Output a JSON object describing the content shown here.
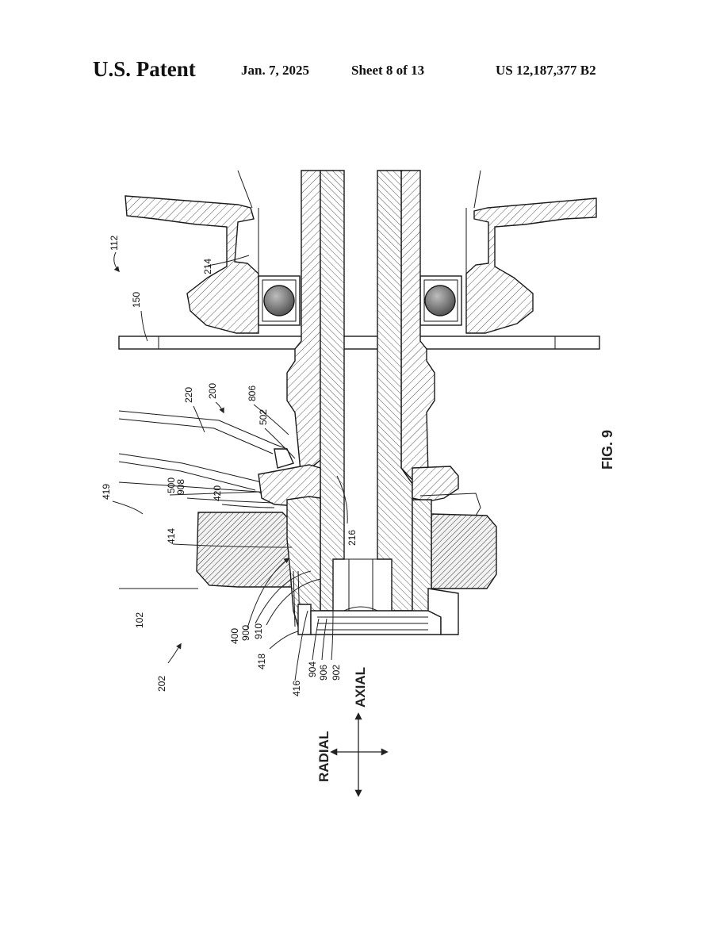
{
  "header": {
    "title": "U.S. Patent",
    "date": "Jan. 7, 2025",
    "sheet": "Sheet 8 of 13",
    "patent_number": "US 12,187,377 B2"
  },
  "figure": {
    "label": "FIG. 9",
    "axis_labels": {
      "axial": "AXIAL",
      "radial": "RADIAL"
    },
    "reference_numerals": {
      "n112": "112",
      "n150": "150",
      "n214": "214",
      "n200": "200",
      "n220": "220",
      "n806": "806",
      "n502": "502",
      "n500": "500",
      "n908": "908",
      "n420": "420",
      "n419": "419",
      "n414": "414",
      "n216": "216",
      "n102": "102",
      "n400": "400",
      "n900": "900",
      "n910": "910",
      "n418": "418",
      "n416": "416",
      "n904": "904",
      "n906": "906",
      "n902": "902",
      "n202": "202"
    }
  }
}
